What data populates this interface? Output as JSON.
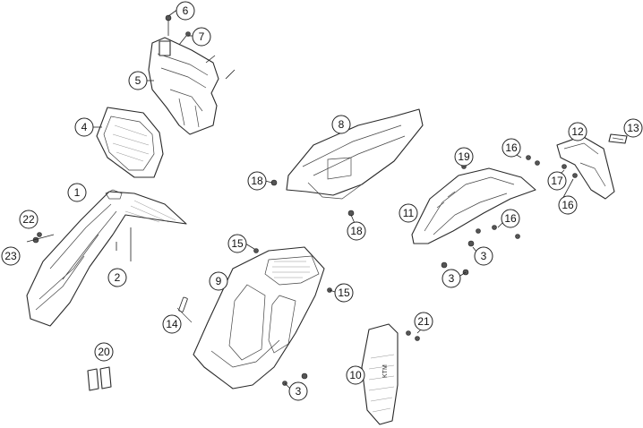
{
  "diagram": {
    "callouts": [
      {
        "label": "1"
      },
      {
        "label": "2"
      },
      {
        "label": "3"
      },
      {
        "label": "3"
      },
      {
        "label": "3"
      },
      {
        "label": "4"
      },
      {
        "label": "5"
      },
      {
        "label": "6"
      },
      {
        "label": "7"
      },
      {
        "label": "8"
      },
      {
        "label": "9"
      },
      {
        "label": "10"
      },
      {
        "label": "11"
      },
      {
        "label": "12"
      },
      {
        "label": "13"
      },
      {
        "label": "14"
      },
      {
        "label": "15"
      },
      {
        "label": "15"
      },
      {
        "label": "16"
      },
      {
        "label": "16"
      },
      {
        "label": "16"
      },
      {
        "label": "17"
      },
      {
        "label": "18"
      },
      {
        "label": "18"
      },
      {
        "label": "19"
      },
      {
        "label": "20"
      },
      {
        "label": "21"
      },
      {
        "label": "22"
      },
      {
        "label": "23"
      }
    ],
    "fender_logo_text": "KTM"
  },
  "colors": {
    "line": "#2a2a2a",
    "background": "#ffffff"
  }
}
